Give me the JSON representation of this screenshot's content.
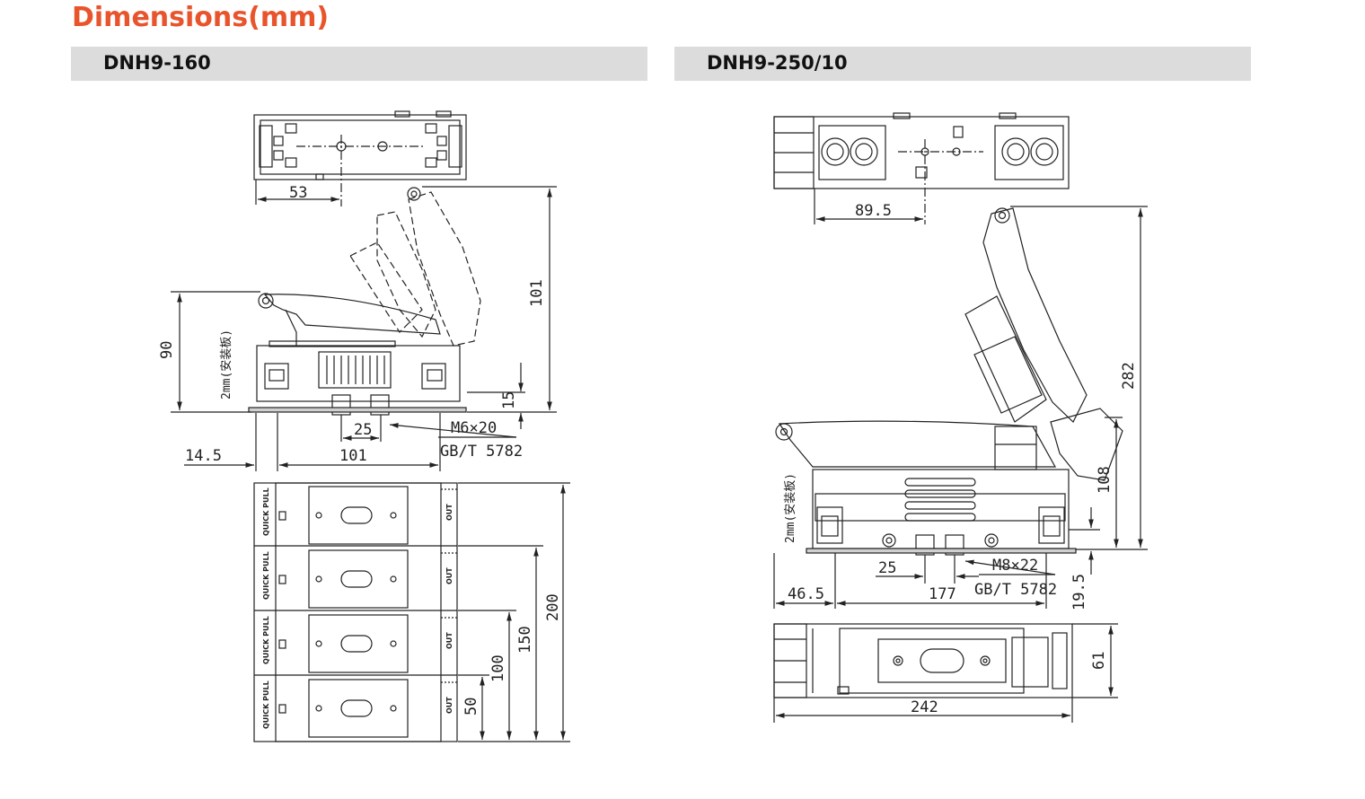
{
  "title": "Dimensions(mm)",
  "models": [
    {
      "name": "DNH9-160",
      "dims": {
        "d53": "53",
        "d101h": "101",
        "d90": "90",
        "plate": "2mm(安装板)",
        "d15": "15",
        "d25": "25",
        "bolt": "M6×20",
        "std": "GB/T 5782",
        "d14_5": "14.5",
        "d101w": "101",
        "d200": "200",
        "d150": "150",
        "d100": "100",
        "d50": "50"
      },
      "module_labels": {
        "left": "QUICK PULL",
        "right": "OUT"
      }
    },
    {
      "name": "DNH9-250/10",
      "dims": {
        "d89_5": "89.5",
        "d282": "282",
        "plate": "2mm(安装板)",
        "d108": "108",
        "d25": "25",
        "bolt": "M8×22",
        "d46_5": "46.5",
        "d177": "177",
        "std": "GB/T 5782",
        "d19_5": "19.5",
        "d61": "61",
        "d242": "242"
      }
    }
  ]
}
